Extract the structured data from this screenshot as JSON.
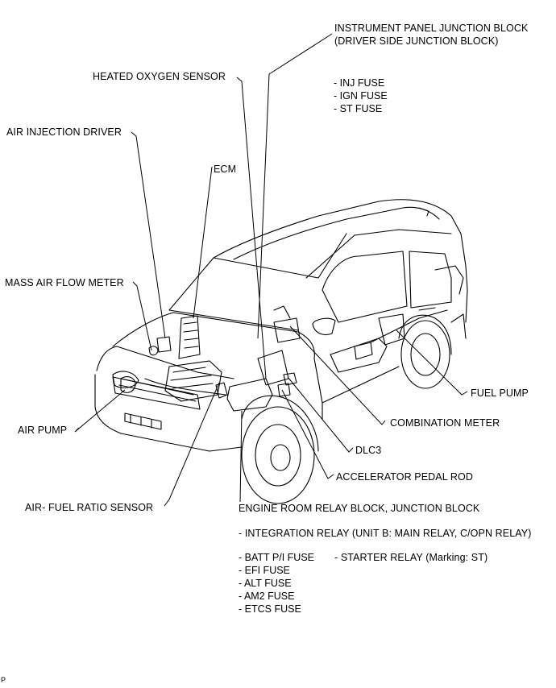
{
  "labels": {
    "instrument_panel_jb_line1": "INSTRUMENT PANEL JUNCTION BLOCK",
    "instrument_panel_jb_line2": "(DRIVER SIDE JUNCTION BLOCK)",
    "heated_oxygen_sensor": "HEATED OXYGEN SENSOR",
    "air_injection_driver": "AIR INJECTION DRIVER",
    "ecm": "ECM",
    "mass_air_flow_meter": "MASS AIR FLOW METER",
    "fuel_pump": "FUEL PUMP",
    "combination_meter": "COMBINATION METER",
    "air_pump": "AIR PUMP",
    "dlc3": "DLC3",
    "accelerator_pedal_rod": "ACCELERATOR PEDAL ROD",
    "air_fuel_ratio_sensor": "AIR- FUEL RATIO SENSOR",
    "engine_room_relay_block": "ENGINE ROOM RELAY BLOCK, JUNCTION BLOCK",
    "integration_relay": "- INTEGRATION RELAY (UNIT B: MAIN RELAY, C/OPN RELAY)",
    "starter_relay": "- STARTER RELAY (Marking: ST)",
    "corner_mark": "P"
  },
  "instrument_panel_fuses": [
    "- INJ FUSE",
    "- IGN FUSE",
    "- ST FUSE"
  ],
  "engine_room_fuses": [
    "- BATT P/I FUSE",
    "- EFI FUSE",
    "- ALT FUSE",
    "- AM2 FUSE",
    "- ETCS FUSE"
  ]
}
